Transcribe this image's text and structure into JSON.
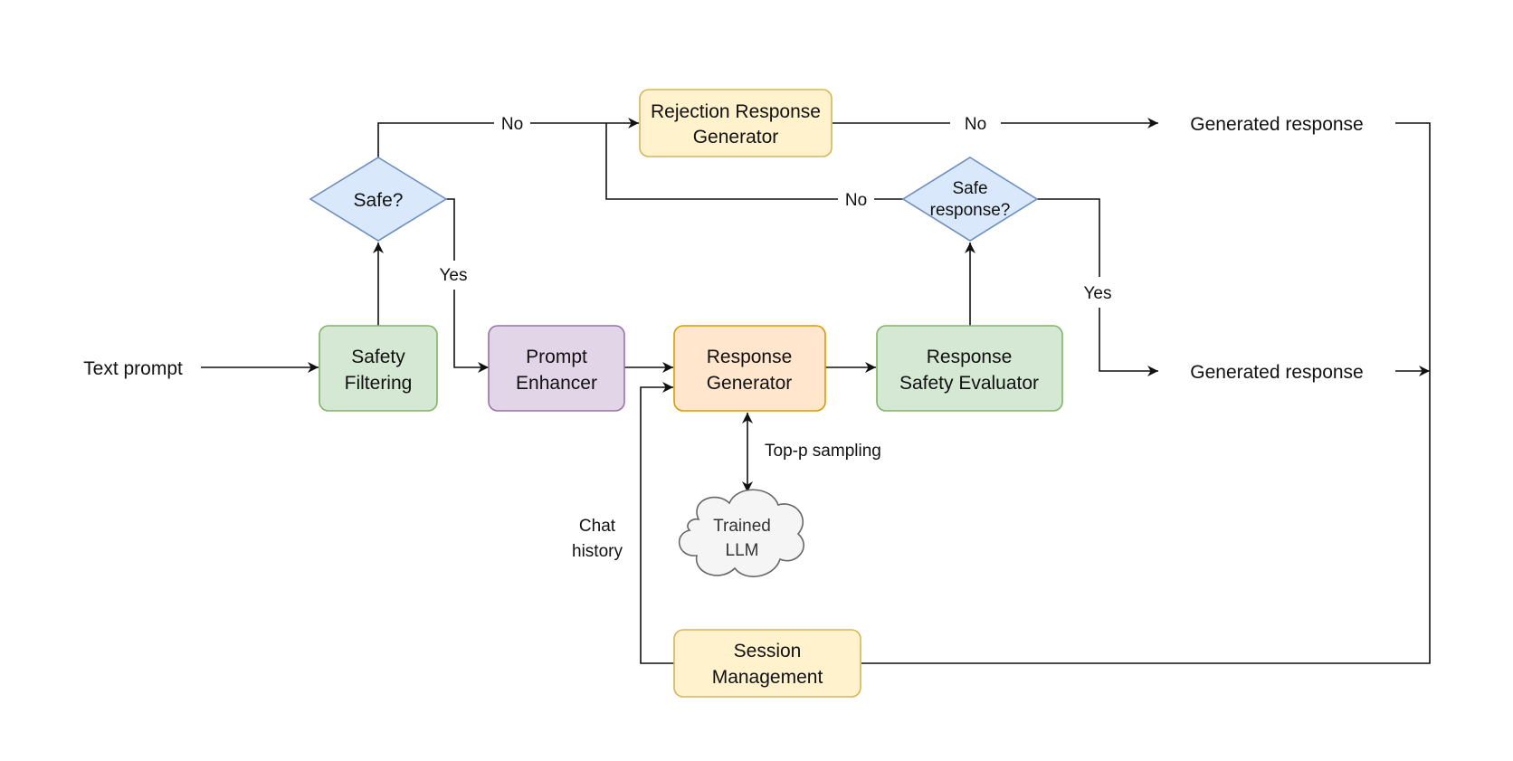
{
  "nodes": {
    "text_prompt": "Text prompt",
    "safety_filtering": [
      "Safety",
      "Filtering"
    ],
    "safe_decision": "Safe?",
    "rejection_generator": [
      "Rejection Response",
      "Generator"
    ],
    "prompt_enhancer": [
      "Prompt",
      "Enhancer"
    ],
    "response_generator": [
      "Response",
      "Generator"
    ],
    "response_safety_evaluator": [
      "Response",
      "Safety Evaluator"
    ],
    "safe_response_decision": [
      "Safe",
      "response?"
    ],
    "trained_llm": [
      "Trained",
      "LLM"
    ],
    "session_management": [
      "Session",
      "Management"
    ],
    "generated_response_top": "Generated response",
    "generated_response_bottom": "Generated response"
  },
  "edge_labels": {
    "safe_no": "No",
    "safe_yes": "Yes",
    "reject_no": "No",
    "response_no": "No",
    "response_yes": "Yes",
    "top_p": "Top-p sampling",
    "chat_history": [
      "Chat",
      "history"
    ]
  },
  "colors": {
    "green_fill": "#d5e8d4",
    "green_stroke": "#82b366",
    "blue_fill": "#dae8fc",
    "blue_stroke": "#6c8ebf",
    "yellow_fill": "#fff2cc",
    "yellow_stroke": "#d6b656",
    "purple_fill": "#e1d5e7",
    "purple_stroke": "#9673a6",
    "orange_fill": "#ffe6cc",
    "orange_stroke": "#d79b00",
    "gray_fill": "#f5f5f5",
    "gray_stroke": "#666666"
  }
}
